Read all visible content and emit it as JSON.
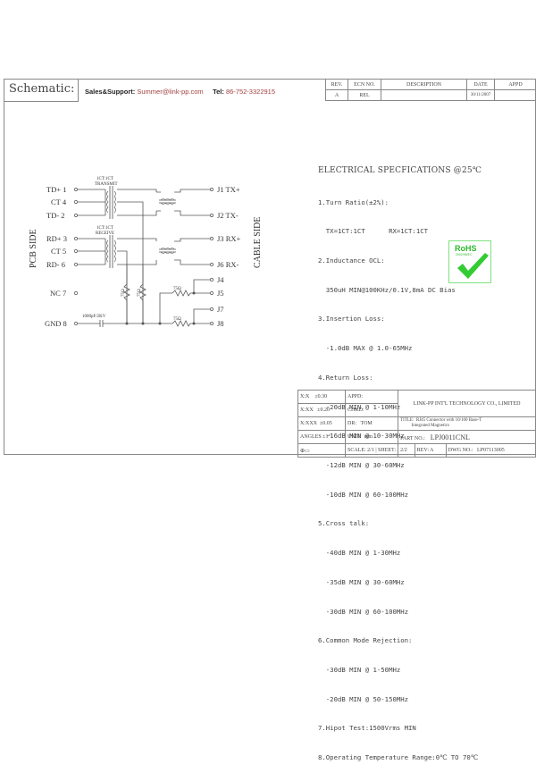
{
  "header": {
    "title": "Schematic:",
    "sales_label": "Sales&Support:",
    "sales_email": "Summer@link-pp.com",
    "tel_label": "Tel:",
    "tel_value": "86-752-3322915"
  },
  "revision_table": {
    "headers": [
      "REV.",
      "ECN NO.",
      "DESCRIPTION",
      "DATE",
      "APPD"
    ],
    "rows": [
      [
        "A",
        "REL",
        "",
        "30/11/2007",
        ""
      ]
    ]
  },
  "schematic": {
    "pcb_side_label": "PCB SIDE",
    "cable_side_label": "CABLE SIDE",
    "transmit_ratio": "1CT:1CT",
    "transmit_label": "TRANSMIT",
    "receive_ratio": "1CT:1CT",
    "receive_label": "RECEIVE",
    "left_pins": [
      {
        "name": "TD+",
        "num": "1"
      },
      {
        "name": "CT",
        "num": "4"
      },
      {
        "name": "TD-",
        "num": "2"
      },
      {
        "name": "RD+",
        "num": "3"
      },
      {
        "name": "CT",
        "num": "5"
      },
      {
        "name": "RD-",
        "num": "6"
      },
      {
        "name": "NC",
        "num": "7"
      },
      {
        "name": "GND",
        "num": "8"
      }
    ],
    "right_pins": [
      {
        "name": "J1",
        "signal": "TX+"
      },
      {
        "name": "J2",
        "signal": "TX-"
      },
      {
        "name": "J3",
        "signal": "RX+"
      },
      {
        "name": "J6",
        "signal": "RX-"
      },
      {
        "name": "J4",
        "signal": ""
      },
      {
        "name": "J5",
        "signal": ""
      },
      {
        "name": "J7",
        "signal": ""
      },
      {
        "name": "J8",
        "signal": ""
      }
    ],
    "resistor_label": "75Ω",
    "capacitor_label": "1000pF/2KV"
  },
  "specifications": {
    "title": "ELECTRICAL SPECFICATIONS @25℃",
    "lines": [
      "1.Turn Ratio(±2%):",
      "  TX=1CT:1CT      RX=1CT:1CT",
      "2.Inductance OCL:",
      "  350uH MIN@100KHz/0.1V,8mA DC Bias",
      "3.Insertion Loss:",
      "  -1.0dB MAX @ 1.0-65MHz",
      "4.Return Loss:",
      "  -20dB MIN @ 1-10MHz",
      "  -16dB MIN @ 10-30MHz",
      "  -12dB MIN @ 30-60MHz",
      "  -10dB MIN @ 60-100MHz",
      "5.Cross talk:",
      "  -40dB MIN @ 1-30MHz",
      "  -35dB MIN @ 30-60MHz",
      "  -30dB MIN @ 60-100MHz",
      "6.Common Mode Rejection:",
      "  -30dB MIN @ 1-50MHz",
      "  -20dB MIN @ 50-150MHz",
      "7.Hipot Test:1500Vrms MIN",
      "8.Operating Temperature Range:0℃ TO 70℃"
    ]
  },
  "rohs": {
    "label": "RoHS",
    "sublabel": "2002/95/EC",
    "color": "#2db82d"
  },
  "title_block": {
    "tolerances": [
      {
        "label": "X:X",
        "value": "±0.30"
      },
      {
        "label": "X:XX",
        "value": "±0.20"
      },
      {
        "label": "X:XXX",
        "value": "±0.05"
      },
      {
        "label": "ANGLES",
        "value": "±1°"
      }
    ],
    "appd_label": "APPD:",
    "chkd_label": "CHKD:",
    "dr_label": "DR:",
    "dr_value": "TOM",
    "unit_label": "UNIT:",
    "unit_value": "mm",
    "company": "LINK-PP INT'L TECHNOLOGY CO., LIMITED",
    "title_label": "TITLE:",
    "title_value_1": "RJ45 Connector with 10/100 Base-T",
    "title_value_2": "Integrated Magnetics",
    "part_label": "PART NO.:",
    "part_value": "LPJ0011CNL",
    "scale_label": "SCALE:",
    "scale_value": "2/1",
    "sheet_label": "SHEET:",
    "sheet_value": "2/2",
    "rev_label": "REV:",
    "rev_value": "A",
    "dwg_label": "DWG NO.:",
    "dwg_value": "LP07113005"
  }
}
